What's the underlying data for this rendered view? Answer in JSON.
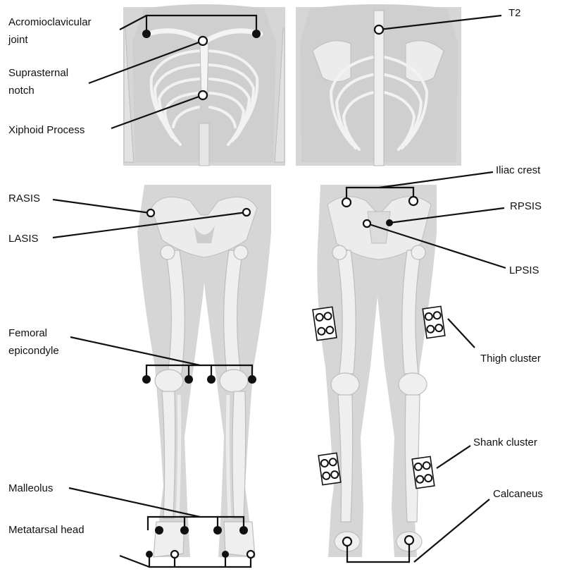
{
  "labels": {
    "acromioclavicular_line1": "Acromioclavicular",
    "acromioclavicular_line2": "joint",
    "suprasternal_line1": "Suprasternal",
    "suprasternal_line2": "notch",
    "xiphoid": "Xiphoid Process",
    "rasis": "RASIS",
    "lasis": "LASIS",
    "femoral_line1": "Femoral",
    "femoral_line2": "epicondyle",
    "malleolus": "Malleolus",
    "metatarsal": "Metatarsal head",
    "t2": "T2",
    "iliac_crest": "Iliac crest",
    "rpsis": "RPSIS",
    "lpsis": "LPSIS",
    "thigh_cluster": "Thigh cluster",
    "shank_cluster": "Shank cluster",
    "calcaneus": "Calcaneus"
  },
  "colors": {
    "body_silhouette": "#d6d6d6",
    "bone": "#efefef",
    "marker_filled": "#111111",
    "marker_hollow": "#ffffff",
    "leader_line": "#111111"
  },
  "legend": {
    "filled_marker": "black-dot",
    "hollow_marker": "white-dot-black-outline",
    "cluster_marker": "four-dot-plate"
  }
}
